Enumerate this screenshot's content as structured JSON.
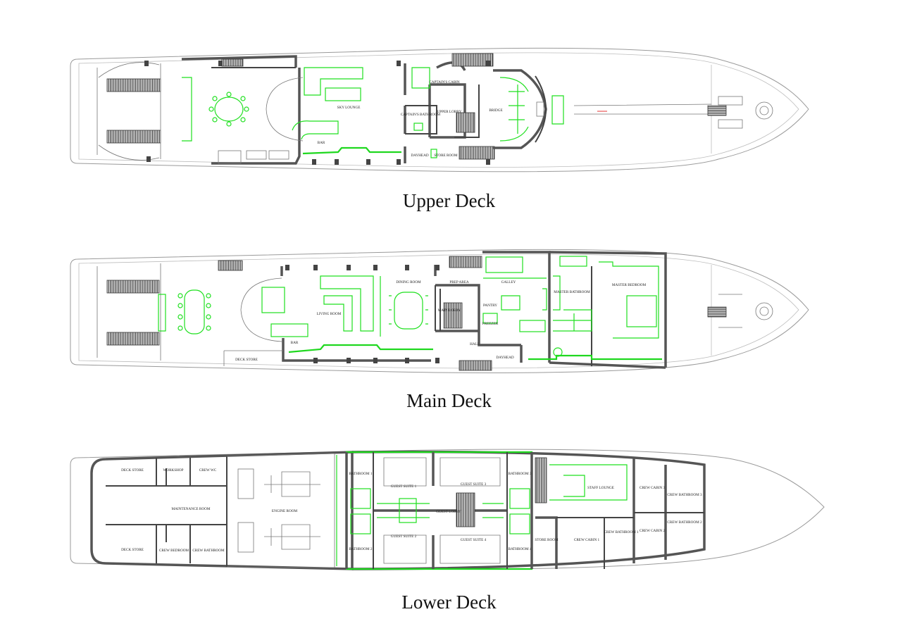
{
  "decks": [
    {
      "title": "Upper Deck",
      "rooms": [
        "SKY LOUNGE",
        "CAPTAIN'S CABIN",
        "CAPTAIN'S BATHROOM",
        "UPPER LOBBY",
        "BRIDGE",
        "BAR",
        "DAYHEAD",
        "STORE ROOM"
      ]
    },
    {
      "title": "Main Deck",
      "rooms": [
        "DINING ROOM",
        "PREP AREA",
        "GALLEY",
        "MASTER BATHROOM",
        "MASTER BEDROOM",
        "LIVING ROOM",
        "MAIN LOBBY",
        "PANTRY",
        "FREEZER",
        "BAR",
        "DECK STORE",
        "HALL",
        "DAYHEAD"
      ]
    },
    {
      "title": "Lower Deck",
      "rooms": [
        "DECK STORE",
        "WORKSHOP",
        "CREW WC",
        "MAINTENANCE ROOM",
        "ENGINE ROOM",
        "DECK STORE",
        "CREW BEDROOM",
        "CREW BATHROOM",
        "BATHROOM 1",
        "GUEST SUITE 1",
        "GUEST SUITE 3",
        "BATHROOM 3",
        "GUEST LOBBY",
        "BATHROOM 2",
        "GUEST SUITE 2",
        "GUEST SUITE 4",
        "BATHROOM 4",
        "STAFF LOUNGE",
        "CREW CABIN 3",
        "CREW BATHROOM 3",
        "STORE ROOM",
        "CREW CABIN 1",
        "CREW BATHROOM 1",
        "CREW CABIN 2",
        "CREW BATHROOM 2"
      ]
    }
  ]
}
